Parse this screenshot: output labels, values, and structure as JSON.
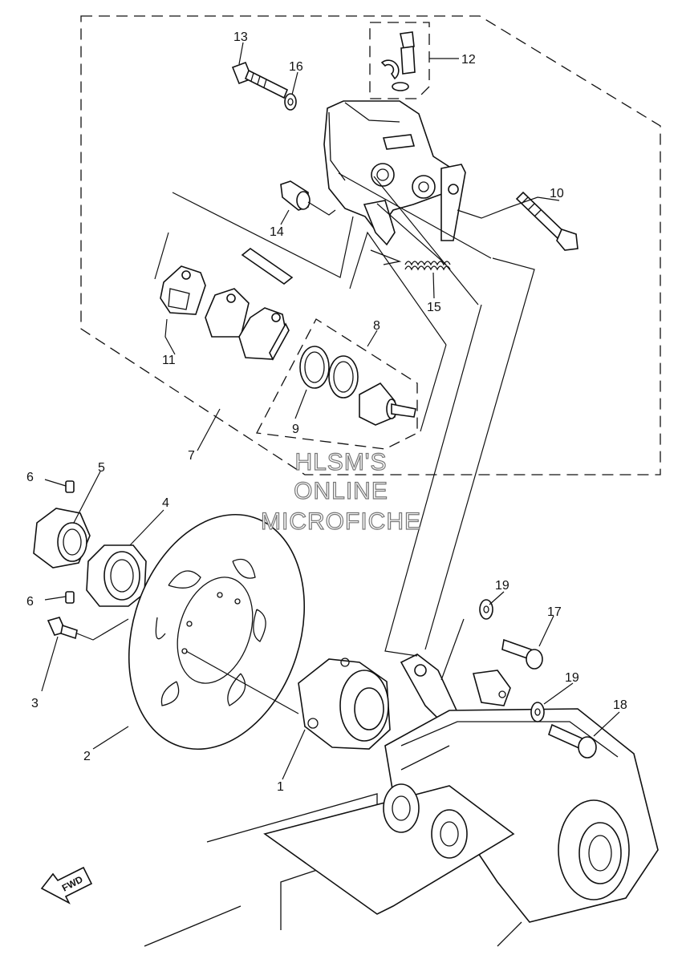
{
  "callouts": {
    "c1": "1",
    "c2": "2",
    "c3": "3",
    "c4": "4",
    "c5": "5",
    "c6a": "6",
    "c6b": "6",
    "c7": "7",
    "c8": "8",
    "c9": "9",
    "c10": "10",
    "c11": "11",
    "c12": "12",
    "c13": "13",
    "c14": "14",
    "c15": "15",
    "c16": "16",
    "c17": "17",
    "c18": "18",
    "c19a": "19",
    "c19b": "19"
  },
  "watermark": {
    "line1": "HLSM'S",
    "line2": "ONLINE",
    "line3": "MICROFICHE"
  },
  "fwd_label": "FWD"
}
